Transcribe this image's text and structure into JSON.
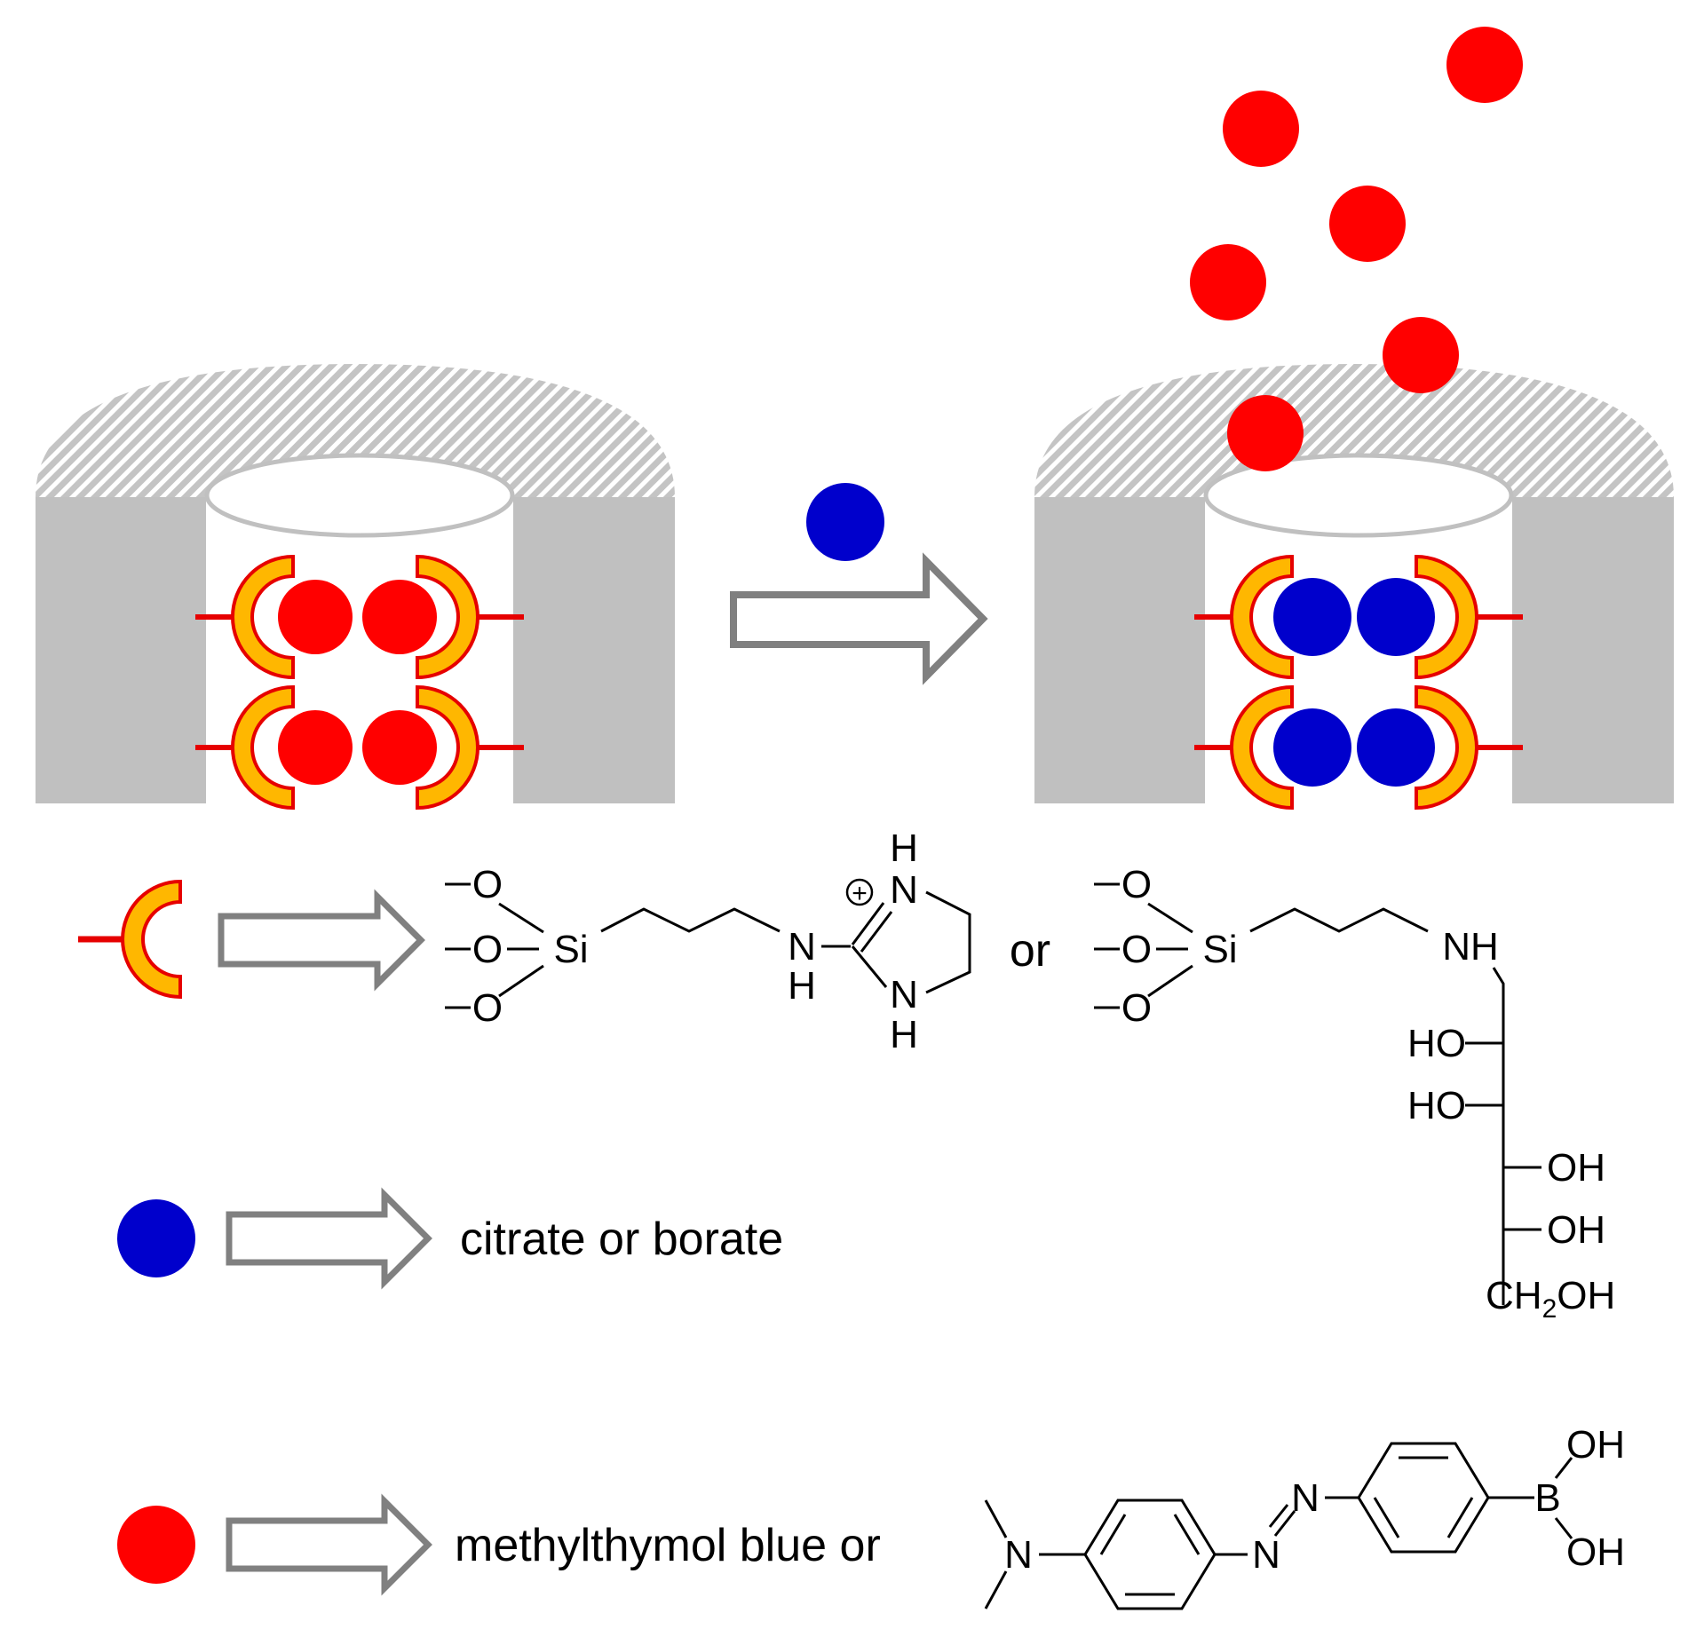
{
  "colors": {
    "analyte": "#ff0000",
    "displacer": "#0000cc",
    "receptor_fill": "#ffb700",
    "receptor_outline": "#e60000",
    "silica": "#c0c0c0",
    "arrow": "#808080"
  },
  "legend": {
    "receptor_or": "or",
    "displacer_label": "citrate or borate",
    "analyte_label": "methylthymol blue or"
  },
  "imidazoline": {
    "o1": "O",
    "o2": "O",
    "o3": "O",
    "si": "Si",
    "nh_n": "N",
    "nh_h": "H",
    "n_top": "N",
    "h_top": "H",
    "n_bot": "N",
    "h_bot": "H",
    "plus": "+"
  },
  "glucamine": {
    "o1": "O",
    "o2": "O",
    "o3": "O",
    "si": "Si",
    "nh": "NH",
    "ho1": "HO",
    "ho2": "HO",
    "oh1": "OH",
    "oh2": "OH",
    "ch2oh_ch": "CH",
    "ch2oh_sub": "2",
    "ch2oh_oh": "OH"
  },
  "azo": {
    "n_amine": "N",
    "n_azo1": "N",
    "n_azo2": "N",
    "b": "B",
    "oh1": "OH",
    "oh2": "OH"
  }
}
